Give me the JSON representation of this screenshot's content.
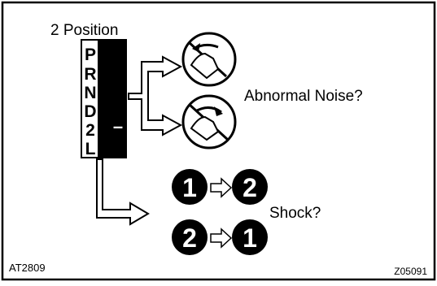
{
  "title": "2 Position",
  "shift_positions": [
    "P",
    "R",
    "N",
    "D",
    "2",
    "L"
  ],
  "selected_marker": "–",
  "labels": {
    "noise": "Abnormal Noise?",
    "shock": "Shock?"
  },
  "shifts": [
    {
      "from": "1",
      "to": "2"
    },
    {
      "from": "2",
      "to": "1"
    }
  ],
  "codes": {
    "left": "AT2809",
    "right": "Z05091"
  }
}
